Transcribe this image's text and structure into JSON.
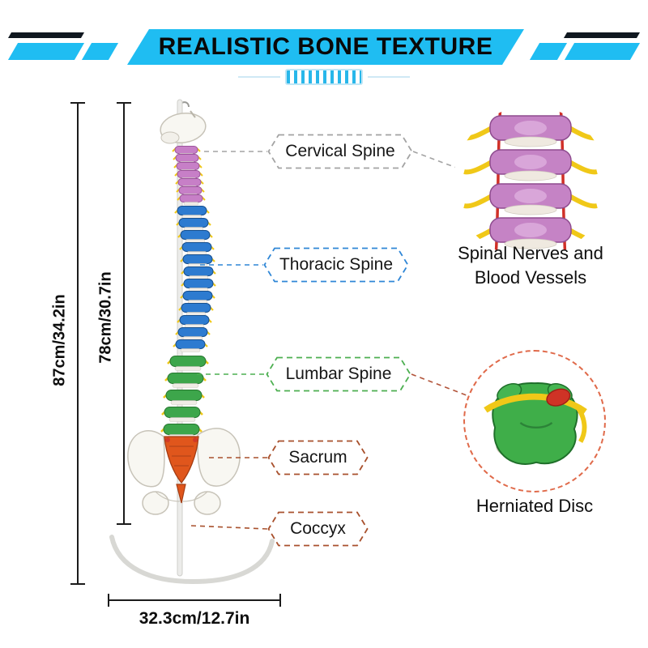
{
  "banner": {
    "title": "REALISTIC BONE TEXTURE"
  },
  "dimensions": {
    "total_height": "87cm/34.2in",
    "spine_height": "78cm/30.7in",
    "base_width": "32.3cm/12.7in"
  },
  "labels": [
    {
      "id": "cervical",
      "text": "Cervical Spine",
      "color": "#a3a3a3"
    },
    {
      "id": "thoracic",
      "text": "Thoracic Spine",
      "color": "#2f86d6"
    },
    {
      "id": "lumbar",
      "text": "Lumbar Spine",
      "color": "#4caf50"
    },
    {
      "id": "sacrum",
      "text": "Sacrum",
      "color": "#a8502c"
    },
    {
      "id": "coccyx",
      "text": "Coccyx",
      "color": "#a8502c"
    }
  ],
  "callouts": [
    {
      "id": "spinal-nerves",
      "caption": "Spinal Nerves and Blood Vessels"
    },
    {
      "id": "herniated-disc",
      "caption": "Herniated Disc"
    }
  ],
  "colors": {
    "accent_cyan": "#1fbdf2",
    "cervical_model": "#c77fc7",
    "thoracic_model": "#2d7bd0",
    "lumbar_model": "#3da64b",
    "sacrum_model": "#e0561c",
    "nerve_yellow": "#f0c818",
    "vessel_red": "#d03028"
  }
}
